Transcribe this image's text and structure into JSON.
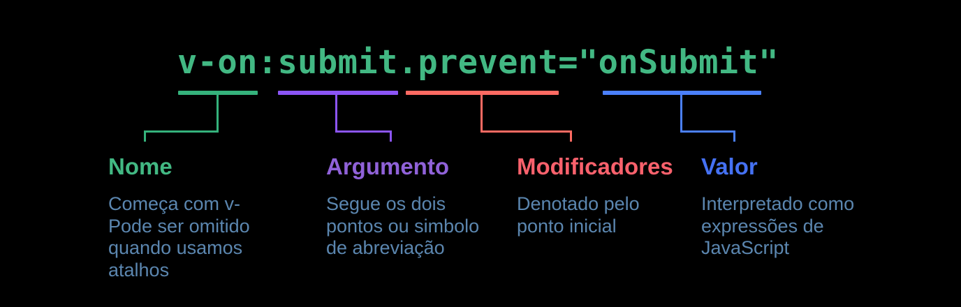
{
  "background": "#000000",
  "body_text_color": "#5b86af",
  "code": {
    "text": "v-on:submit.prevent=\"onSubmit\"",
    "color": "#42b883"
  },
  "groups": [
    {
      "id": "nome",
      "underline_span": "v-on",
      "color": "#35b27c",
      "label": "Nome",
      "label_color": "#42b883",
      "desc_lines": [
        "Começa com v-",
        "Pode ser omitido",
        "quando usamos",
        "atalhos"
      ]
    },
    {
      "id": "argumento",
      "underline_span": "submit",
      "color": "#8c55f6",
      "label": "Argumento",
      "label_color": "#9062d9",
      "desc_lines": [
        "Segue os dois",
        "pontos ou simbolo",
        "de abreviação"
      ]
    },
    {
      "id": "modificadores",
      "underline_span": ".prevent",
      "color": "#fe6a62",
      "label": "Modificadores",
      "label_color": "#f9616c",
      "desc_lines": [
        "Denotado pelo",
        "ponto inicial"
      ]
    },
    {
      "id": "valor",
      "underline_span": "onSubmit",
      "color": "#4b80fb",
      "label": "Valor",
      "label_color": "#4571f3",
      "desc_lines": [
        "Interpretado como",
        "expressões de",
        "JavaScript"
      ]
    }
  ]
}
